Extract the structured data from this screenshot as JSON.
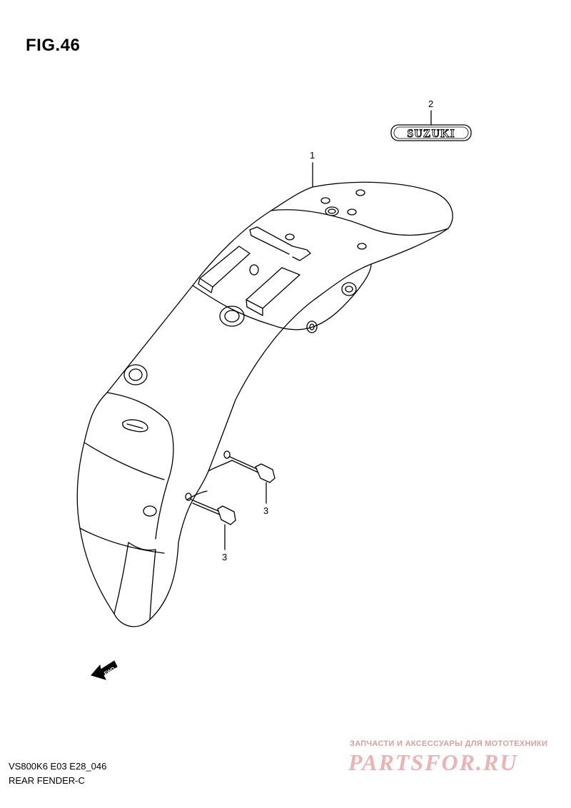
{
  "figure": {
    "title": "FIG.46"
  },
  "callouts": [
    {
      "id": "1",
      "label": "1"
    },
    {
      "id": "2",
      "label": "2"
    },
    {
      "id": "3a",
      "label": "3"
    },
    {
      "id": "3b",
      "label": "3"
    }
  ],
  "emblem": {
    "text": "SUZUKI"
  },
  "fwd_arrow": {
    "text": "FWD"
  },
  "footer": {
    "model_code": "VS800K6 E03 E28_046",
    "section_name": "REAR FENDER-C"
  },
  "watermark": {
    "tagline": "ЗАПЧАСТИ И АКСЕССУАРЫ ДЛЯ МОТОТЕХНИКИ",
    "logo": "PARTSFOR.RU"
  }
}
